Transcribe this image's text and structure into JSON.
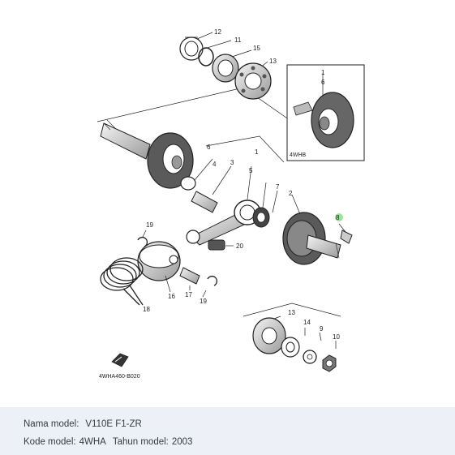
{
  "diagram": {
    "part_labels": {
      "p1": "1",
      "p2": "2",
      "p3": "3",
      "p4": "4",
      "p5": "5",
      "p6": "6",
      "p6b": "6",
      "p7": "7",
      "p8": "8",
      "p9": "9",
      "p10": "10",
      "p11": "11",
      "p12": "12",
      "p13": "13",
      "p13b": "13",
      "p14": "14",
      "p15": "15",
      "p16": "16",
      "p17": "17",
      "p18": "18",
      "p19": "19",
      "p19b": "19",
      "p20": "20",
      "p1b": "1"
    },
    "inset_code": "4WHB",
    "drawing_code": "4WHA460-B020"
  },
  "info": {
    "model_name_label": "Nama model:",
    "model_name_value": "V110E F1-ZR",
    "model_code_label": "Kode model:",
    "model_code_value": "4WHA",
    "year_label": "Tahun model:",
    "year_value": "2003"
  },
  "colors": {
    "line": "#222222",
    "part_dark": "#333333",
    "highlight": "#8fe08f",
    "info_bg": "#edf1f7",
    "info_text": "#333b44"
  }
}
